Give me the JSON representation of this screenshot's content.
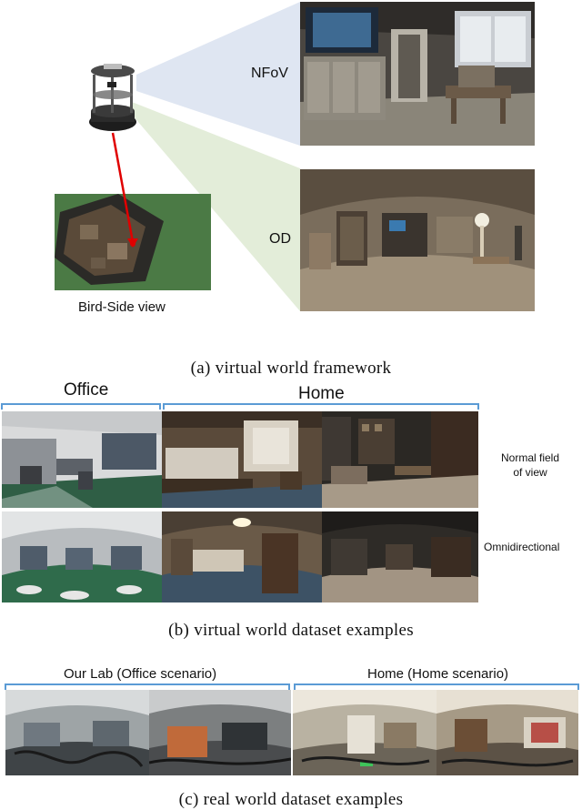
{
  "panel_a": {
    "label_nfov": "NFoV",
    "label_od": "OD",
    "label_bird": "Bird-Side view",
    "caption": "(a)  virtual world framework"
  },
  "panel_b": {
    "group_office": "Office",
    "group_home": "Home",
    "row_label_normal_1": "Normal field",
    "row_label_normal_2": "of view",
    "row_label_omni": "Omnidirectional",
    "caption": "(b)  virtual world dataset examples"
  },
  "panel_c": {
    "group_lab": "Our Lab (Office scenario)",
    "group_home": "Home (Home scenario)",
    "caption": "(c)  real world dataset examples"
  },
  "colors": {
    "bracket": "#5b9bd5",
    "nfov_beam": "#dfe6f2",
    "od_beam": "#e3edd9",
    "red_line": "#e00000",
    "grass": "#4b7a45"
  }
}
